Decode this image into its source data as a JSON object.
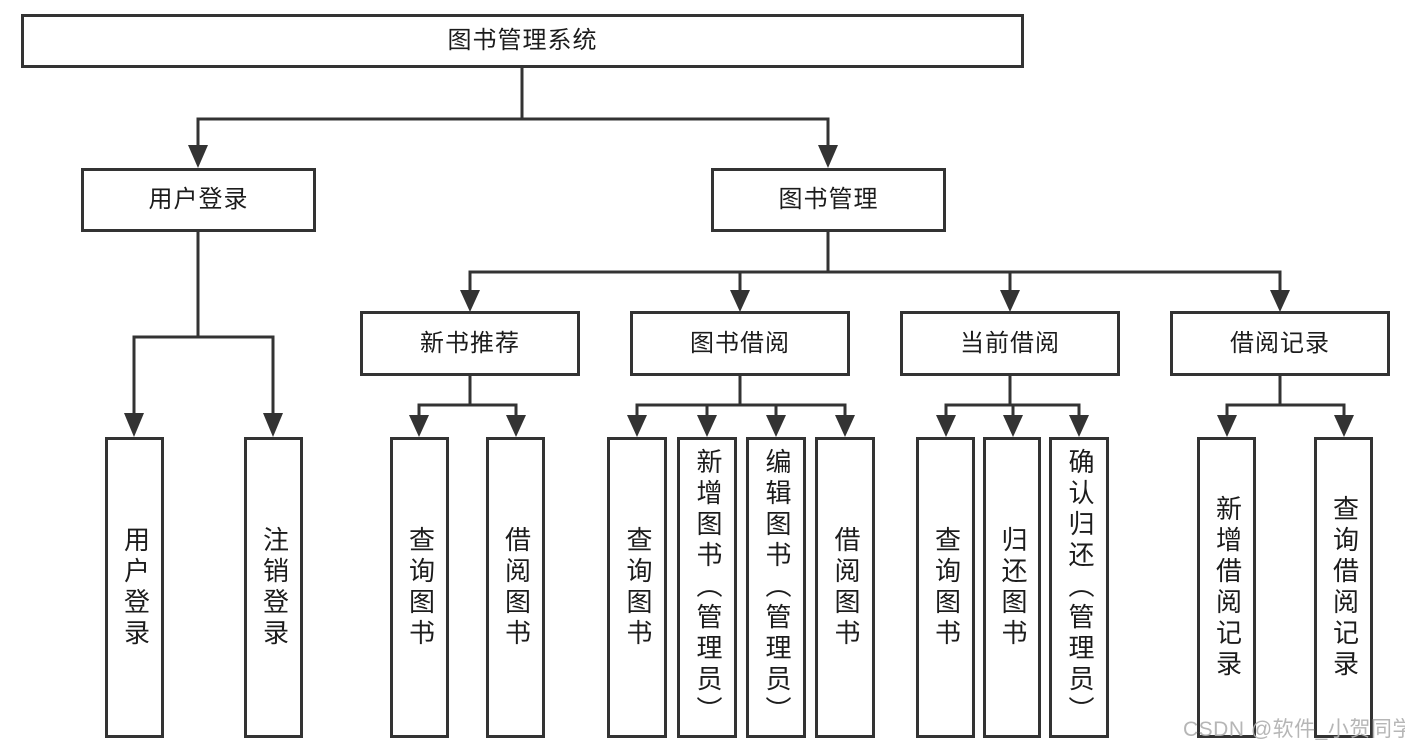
{
  "colors": {
    "line": "#333333",
    "node_border": "#333333",
    "node_text": "#1c1c1c",
    "watermark": "#b0b0b0",
    "background": "#ffffff"
  },
  "root": {
    "label": "图书管理系统"
  },
  "tree": {
    "user_login": {
      "label": "用户登录",
      "children": [
        {
          "label": "用户登录"
        },
        {
          "label": "注销登录"
        }
      ]
    },
    "book_management": {
      "label": "图书管理",
      "children": [
        {
          "label": "新书推荐",
          "children": [
            {
              "label": "查询图书"
            },
            {
              "label": "借阅图书"
            }
          ]
        },
        {
          "label": "图书借阅",
          "children": [
            {
              "label": "查询图书"
            },
            {
              "label": "新增图书（管理员）"
            },
            {
              "label": "编辑图书（管理员）"
            },
            {
              "label": "借阅图书"
            }
          ]
        },
        {
          "label": "当前借阅",
          "children": [
            {
              "label": "查询图书"
            },
            {
              "label": "归还图书"
            },
            {
              "label": "确认归还（管理员）"
            }
          ]
        },
        {
          "label": "借阅记录",
          "children": [
            {
              "label": "新增借阅记录"
            },
            {
              "label": "查询借阅记录"
            }
          ]
        }
      ]
    }
  },
  "watermark": {
    "label": "CSDN @软件_小贺同学"
  }
}
